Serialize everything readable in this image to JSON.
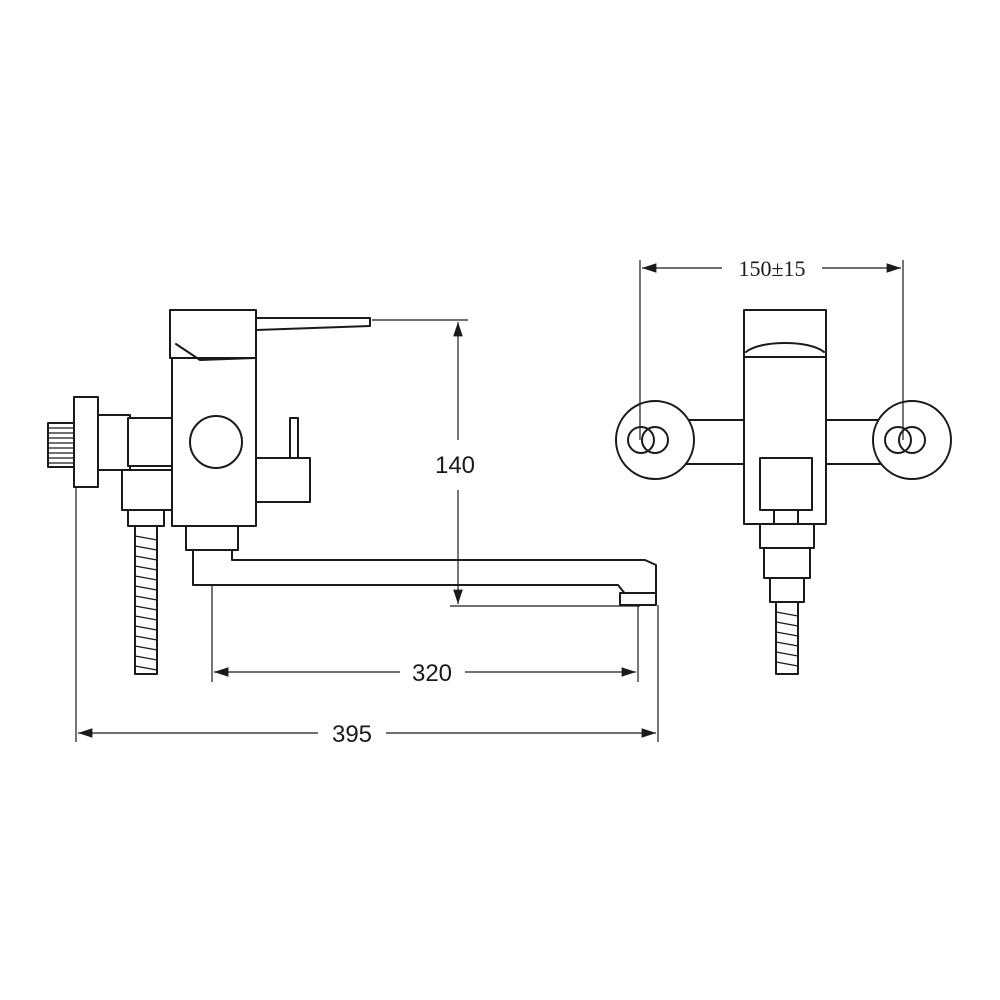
{
  "dimensions": {
    "height_label": "140",
    "spout_reach_label": "320",
    "overall_width_label": "395",
    "centers_label": "150±15"
  },
  "colors": {
    "line": "#1a1a1a",
    "background": "#ffffff"
  },
  "views": [
    "side-view",
    "front-view"
  ]
}
